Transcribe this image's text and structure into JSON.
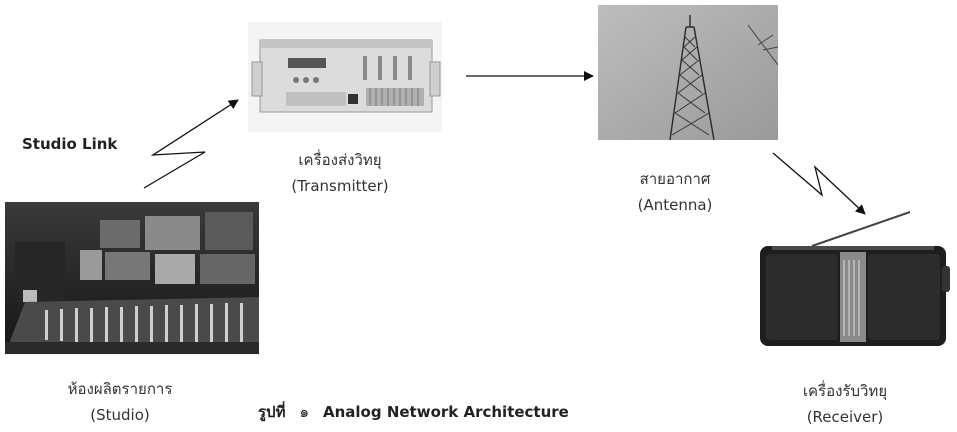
{
  "studio": {
    "name_th": "ห้องผลิตรายการ",
    "name_en": "(Studio)"
  },
  "transmitter": {
    "name_th": "เครื่องส่งวิทยุ",
    "name_en": "(Transmitter)"
  },
  "antenna": {
    "name_th": "สายอากาศ",
    "name_en": "(Antenna)"
  },
  "receiver": {
    "name_th": "เครื่องรับวิทยุ",
    "name_en": "(Receiver)"
  },
  "studio_link_label": "Studio Link",
  "caption": {
    "prefix": "รูปที่",
    "number": "๑",
    "title": "Analog Network Architecture"
  },
  "icons": [
    "studio-photo",
    "transmitter-photo",
    "antenna-tower-photo",
    "radio-receiver-photo"
  ]
}
